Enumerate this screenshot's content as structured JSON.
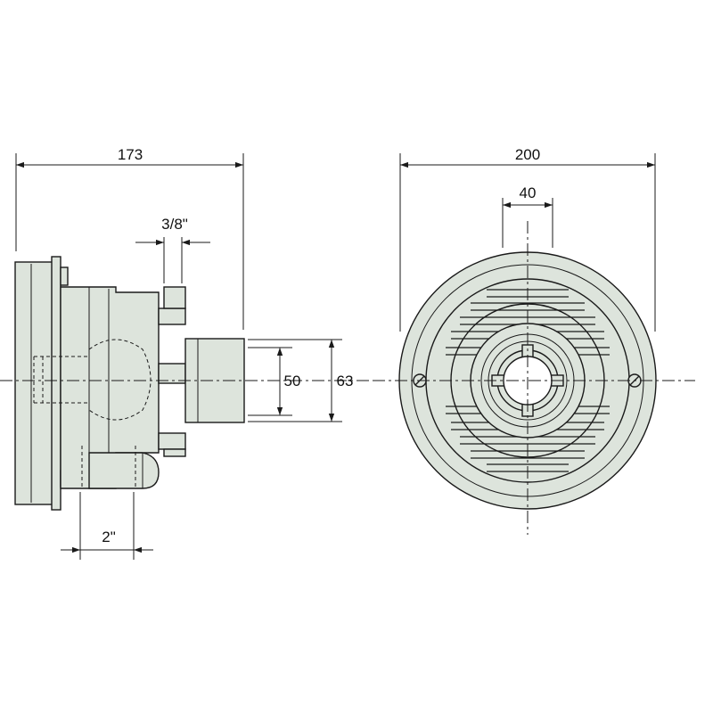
{
  "drawing": {
    "side_view": {
      "overall_length": "173",
      "nut_thread": "3/8\"",
      "bore_small": "50",
      "bore_large": "63",
      "pipe_connection": "2\""
    },
    "front_view": {
      "overall_diameter": "200",
      "centre_opening": "40"
    }
  },
  "colors": {
    "part_fill": "#dde4dc",
    "line": "#1a1a1a",
    "background": "#ffffff"
  }
}
